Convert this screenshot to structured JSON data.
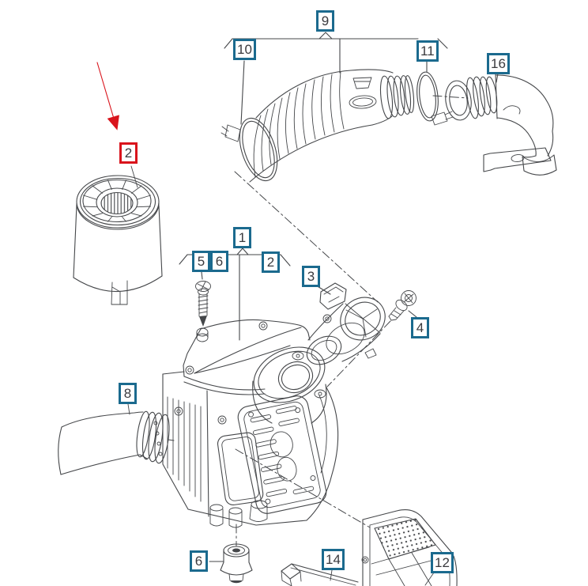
{
  "diagram": {
    "colors": {
      "callout": "#1b6a8e",
      "highlight": "#d9141c",
      "line": "#45474a",
      "text": "#3a3a3e",
      "background": "#ffffff"
    },
    "highlighted_callout": "2",
    "callouts": [
      {
        "label": "9"
      },
      {
        "label": "10"
      },
      {
        "label": "11"
      },
      {
        "label": "16"
      },
      {
        "label": "2",
        "highlighted": true
      },
      {
        "label": "1"
      },
      {
        "label": "5"
      },
      {
        "label": "6"
      },
      {
        "label": "2"
      },
      {
        "label": "3"
      },
      {
        "label": "4"
      },
      {
        "label": "8"
      },
      {
        "label": "6"
      },
      {
        "label": "14"
      },
      {
        "label": "12"
      }
    ]
  }
}
